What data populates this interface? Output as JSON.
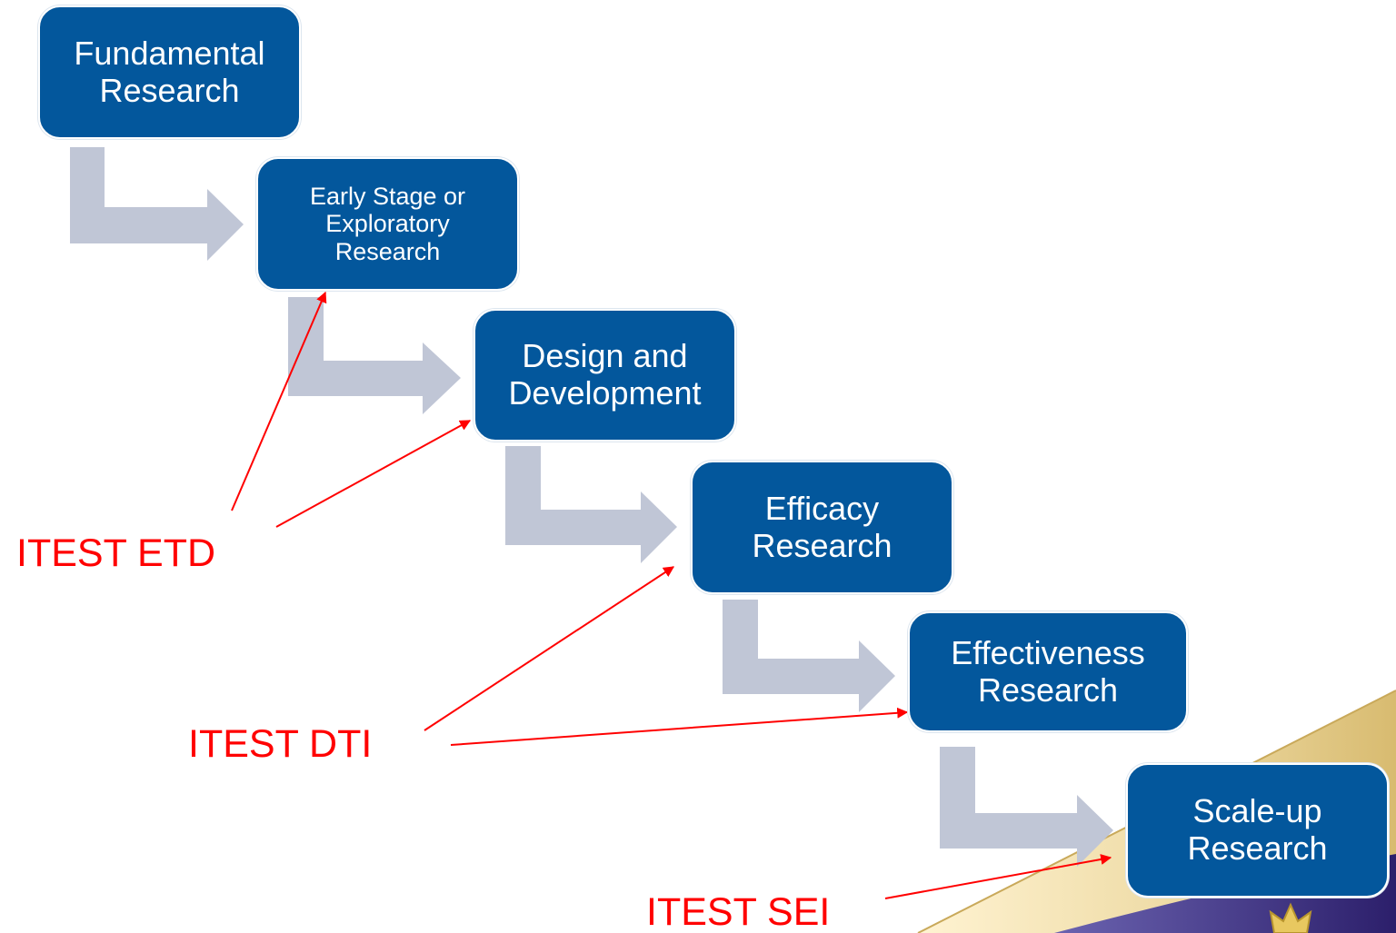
{
  "stages": [
    {
      "id": "fundamental",
      "label": "Fundamental\nResearch"
    },
    {
      "id": "early-stage",
      "label": "Early Stage or\nExploratory\nResearch"
    },
    {
      "id": "design-development",
      "label": "Design and\nDevelopment"
    },
    {
      "id": "efficacy",
      "label": "Efficacy\nResearch"
    },
    {
      "id": "effectiveness",
      "label": "Effectiveness\nResearch"
    },
    {
      "id": "scale-up",
      "label": "Scale-up\nResearch"
    }
  ],
  "programs": [
    {
      "id": "itest-etd",
      "label": "ITEST ETD",
      "targets": [
        "early-stage",
        "design-development"
      ]
    },
    {
      "id": "itest-dti",
      "label": "ITEST DTI",
      "targets": [
        "efficacy",
        "effectiveness"
      ]
    },
    {
      "id": "itest-sei",
      "label": "ITEST SEI",
      "targets": [
        "scale-up"
      ]
    }
  ],
  "colors": {
    "box_fill": "#03579c",
    "box_text": "#ffffff",
    "connector_arrow": "#c0c6d6",
    "program_text": "#ff0000",
    "pointer_line": "#ff0000",
    "corner_gold": "#d8bb70",
    "corner_purple": "#3a2d7a"
  },
  "icons": {
    "connector": "bent-arrow-icon",
    "corner": "crown-emblem-icon"
  }
}
